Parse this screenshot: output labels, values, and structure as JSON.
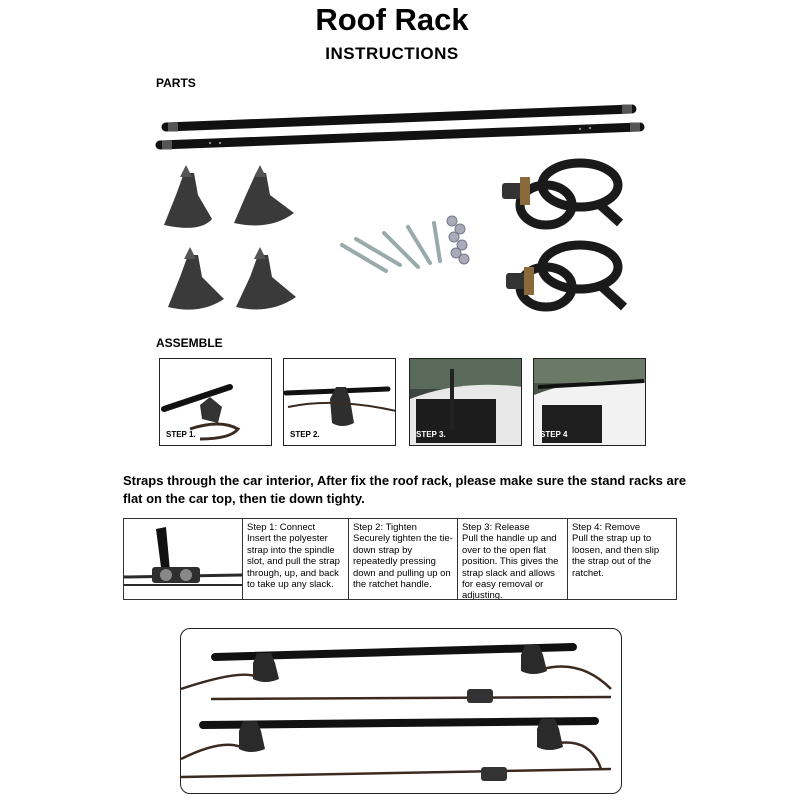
{
  "header": {
    "title": "Roof Rack",
    "subtitle": "INSTRUCTIONS"
  },
  "parts": {
    "label": "PARTS"
  },
  "assemble": {
    "label": "ASSEMBLE",
    "steps": [
      {
        "caption": "STEP 1."
      },
      {
        "caption": "STEP 2."
      },
      {
        "caption": "STEP 3."
      },
      {
        "caption": "STEP 4"
      }
    ]
  },
  "note": "Straps through the car interior, After fix the roof rack, please make sure the stand racks are flat on the car top, then tie down tighty.",
  "strap_steps": [
    {
      "title": "Step 1: Connect",
      "text": "Insert the polyester strap into the spindle slot, and pull the strap through, up, and back to take up any slack."
    },
    {
      "title": "Step 2: Tighten",
      "text": "Securely tighten the tie-down strap by repeatedly pressing down and pulling up on the ratchet handle."
    },
    {
      "title": "Step 3: Release",
      "text": "Pull the handle up and over to the open flat position. This gives the strap slack and allows for easy removal or adjusting."
    },
    {
      "title": "Step 4: Remove",
      "text": "Pull the strap up to loosen, and then slip the strap out of the ratchet."
    }
  ],
  "icons": [
    "crossbar",
    "rack-foot",
    "bolt",
    "nut",
    "ratchet-strap"
  ]
}
